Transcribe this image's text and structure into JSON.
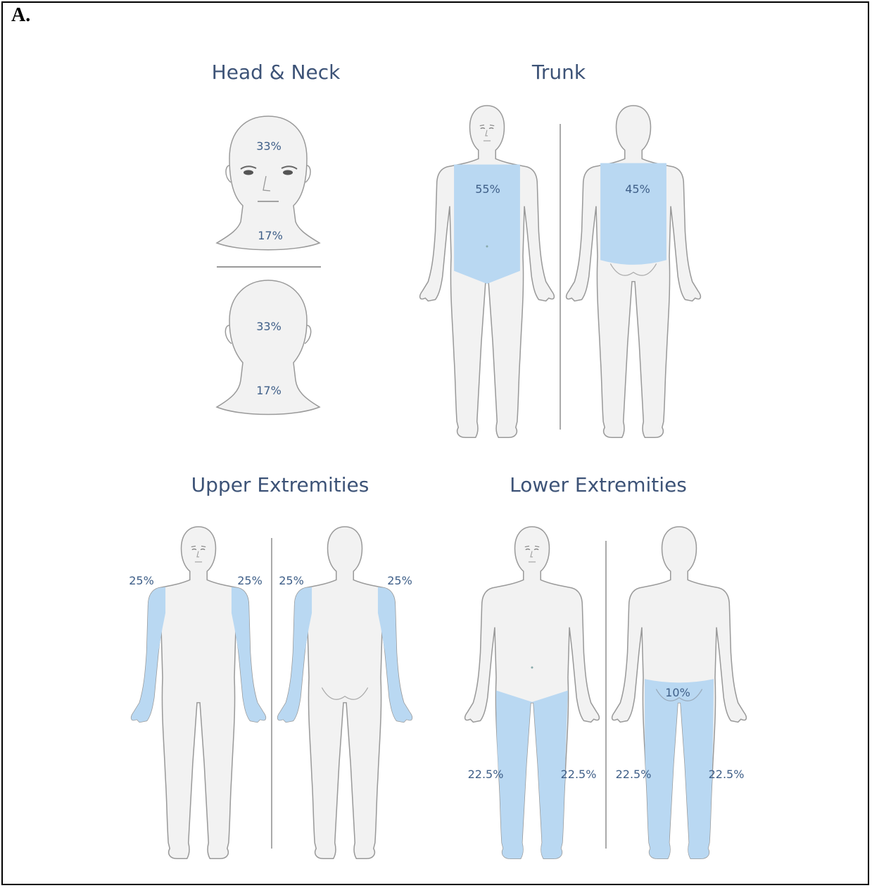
{
  "panel_letter": "A.",
  "sections": {
    "head_neck": {
      "title": "Head & Neck",
      "front_head": "33%",
      "front_neck": "17%",
      "back_head": "33%",
      "back_neck": "17%"
    },
    "trunk": {
      "title": "Trunk",
      "front": "55%",
      "back": "45%"
    },
    "upper": {
      "title": "Upper Extremities",
      "front_right_arm": "25%",
      "front_left_arm": "25%",
      "back_left_arm": "25%",
      "back_right_arm": "25%"
    },
    "lower": {
      "title": "Lower Extremities",
      "front_right_leg": "22.5%",
      "front_left_leg": "22.5%",
      "back_buttocks": "10%",
      "back_left_leg": "22.5%",
      "back_right_leg": "22.5%"
    }
  },
  "colors": {
    "highlight": "#b9d8f2",
    "body_fill": "#f2f2f2",
    "outline": "#9a9a9a",
    "title": "#3d5377",
    "label": "#3f5f88"
  }
}
